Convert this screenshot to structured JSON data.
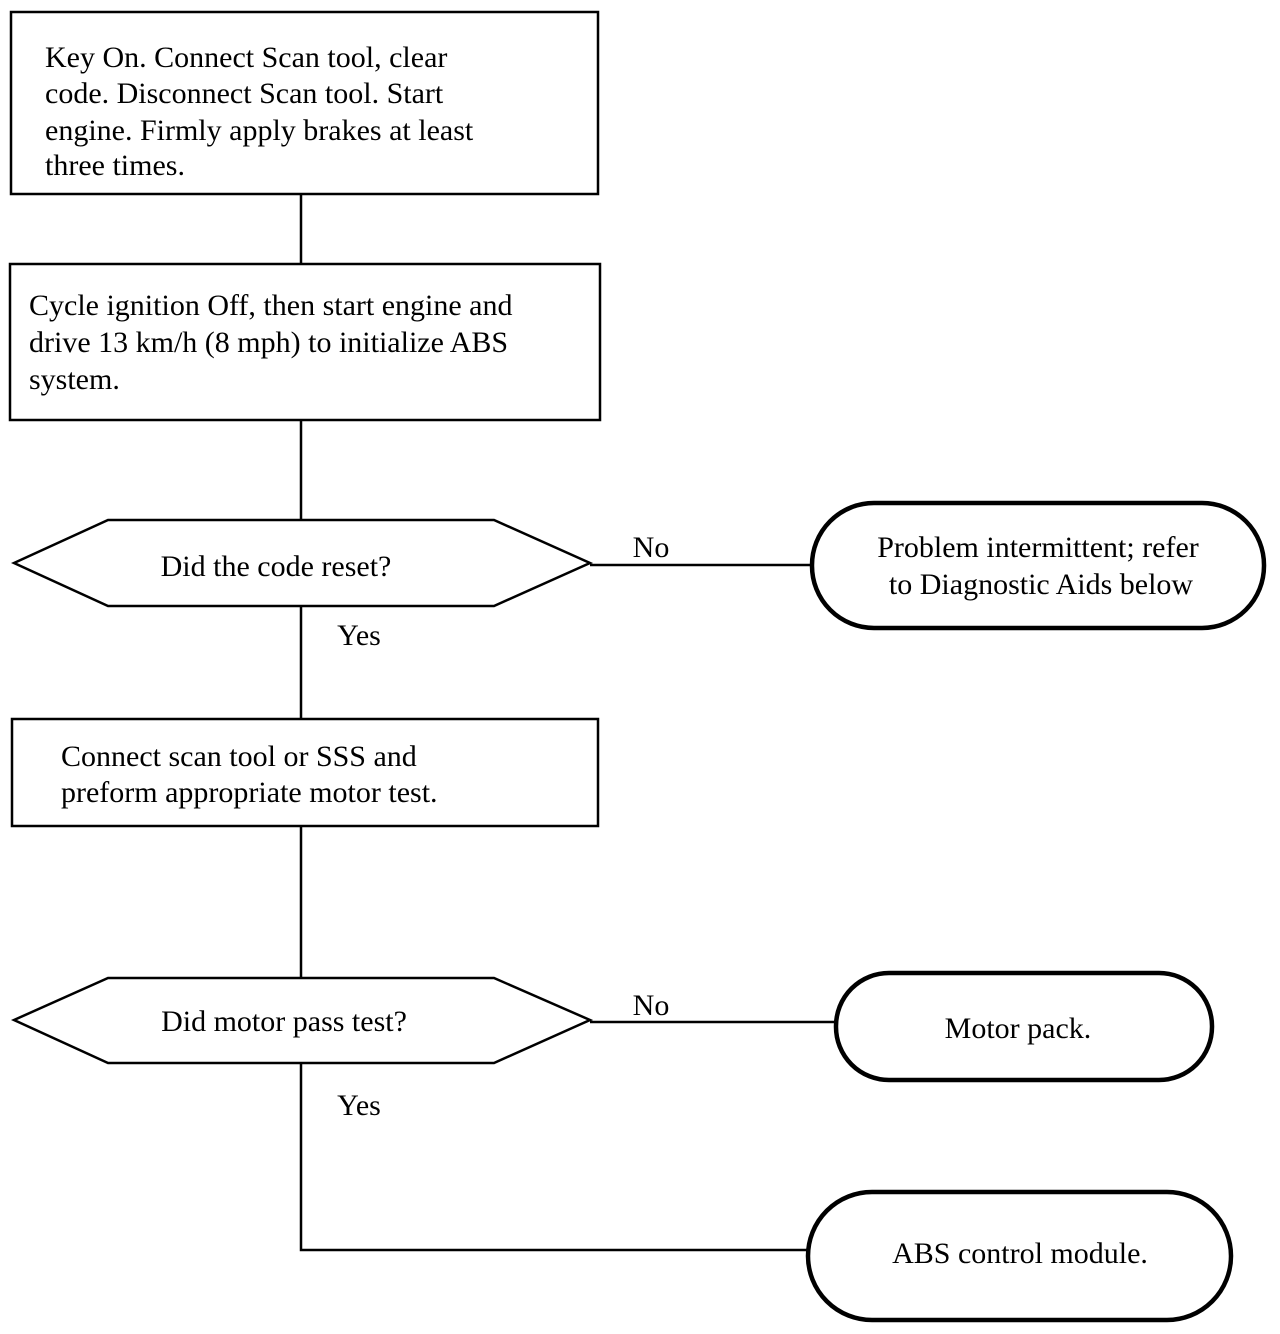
{
  "flowchart": {
    "steps": [
      {
        "id": "step1",
        "lines": [
          "Key On. Connect Scan tool, clear",
          "code. Disconnect Scan tool. Start",
          "engine. Firmly apply brakes at least",
          "three times."
        ]
      },
      {
        "id": "step2",
        "lines": [
          "Cycle ignition Off, then start engine and",
          "drive 13 km/h (8 mph) to initialize ABS",
          "system."
        ]
      },
      {
        "id": "step3",
        "lines": [
          "Connect scan tool or SSS and",
          "preform appropriate motor test."
        ]
      }
    ],
    "decisions": [
      {
        "id": "decision1",
        "question": "Did the code reset?",
        "no_label": "No",
        "yes_label": "Yes"
      },
      {
        "id": "decision2",
        "question": "Did motor pass test?",
        "no_label": "No",
        "yes_label": "Yes"
      }
    ],
    "outcomes": [
      {
        "id": "outcome1",
        "lines": [
          "Problem intermittent; refer",
          "to Diagnostic Aids below"
        ]
      },
      {
        "id": "outcome2",
        "lines": [
          "Motor pack."
        ]
      },
      {
        "id": "outcome3",
        "lines": [
          "ABS control module."
        ]
      }
    ]
  }
}
